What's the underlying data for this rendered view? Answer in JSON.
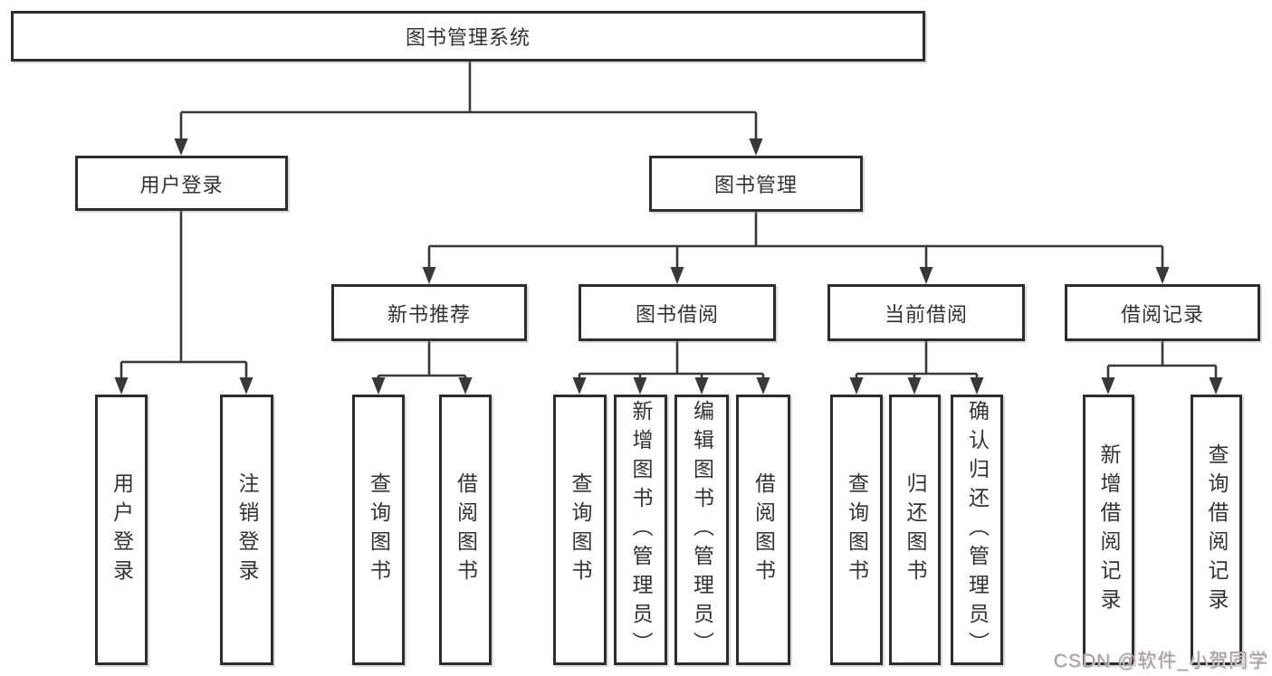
{
  "colors": {
    "line": "#383838",
    "border": "#2d2d2d",
    "text": "#333333",
    "background": "#ffffff",
    "watermark": "#a8a0a0"
  },
  "tree": {
    "root": {
      "label": "图书管理系统",
      "children": [
        {
          "label": "用户登录",
          "children": [
            {
              "label": "用户登录"
            },
            {
              "label": "注销登录"
            }
          ]
        },
        {
          "label": "图书管理",
          "children": [
            {
              "label": "新书推荐",
              "children": [
                {
                  "label": "查询图书"
                },
                {
                  "label": "借阅图书"
                }
              ]
            },
            {
              "label": "图书借阅",
              "children": [
                {
                  "label": "查询图书"
                },
                {
                  "label": "新增图书（管理员）"
                },
                {
                  "label": "编辑图书（管理员）"
                },
                {
                  "label": "借阅图书"
                }
              ]
            },
            {
              "label": "当前借阅",
              "children": [
                {
                  "label": "查询图书"
                },
                {
                  "label": "归还图书"
                },
                {
                  "label": "确认归还（管理员）"
                }
              ]
            },
            {
              "label": "借阅记录",
              "children": [
                {
                  "label": "新增借阅记录"
                },
                {
                  "label": "查询借阅记录"
                }
              ]
            }
          ]
        }
      ]
    }
  },
  "watermark": {
    "text": "CSDN @软件_小贺同学"
  }
}
